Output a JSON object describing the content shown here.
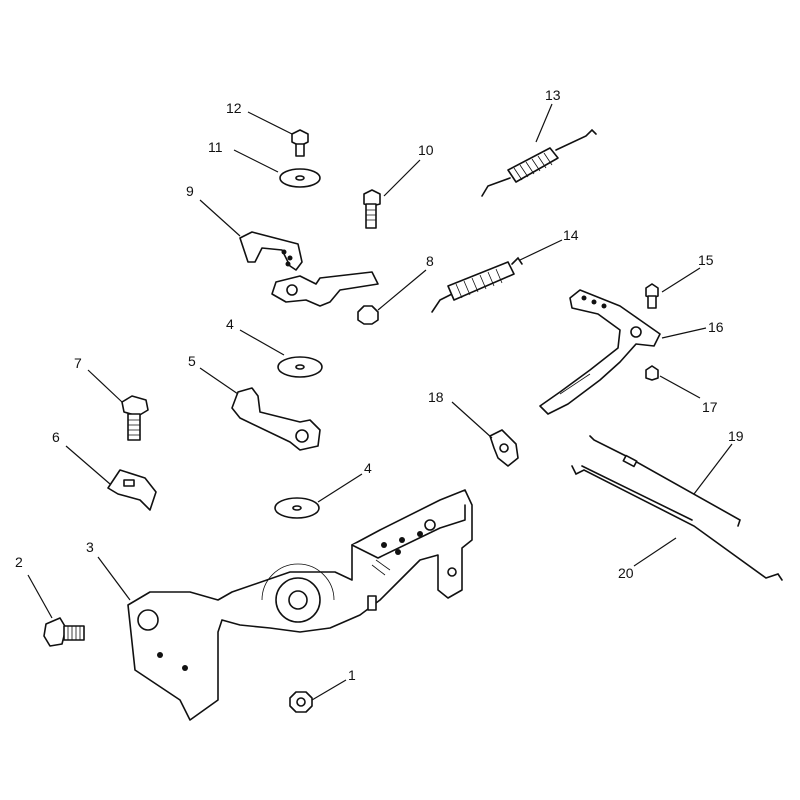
{
  "callouts": [
    {
      "id": "1",
      "label": "1"
    },
    {
      "id": "2",
      "label": "2"
    },
    {
      "id": "3",
      "label": "3"
    },
    {
      "id": "4a",
      "label": "4"
    },
    {
      "id": "4b",
      "label": "4"
    },
    {
      "id": "5",
      "label": "5"
    },
    {
      "id": "6",
      "label": "6"
    },
    {
      "id": "7",
      "label": "7"
    },
    {
      "id": "8",
      "label": "8"
    },
    {
      "id": "9",
      "label": "9"
    },
    {
      "id": "10",
      "label": "10"
    },
    {
      "id": "11",
      "label": "11"
    },
    {
      "id": "12",
      "label": "12"
    },
    {
      "id": "13",
      "label": "13"
    },
    {
      "id": "14",
      "label": "14"
    },
    {
      "id": "15",
      "label": "15"
    },
    {
      "id": "16",
      "label": "16"
    },
    {
      "id": "17",
      "label": "17"
    },
    {
      "id": "18",
      "label": "18"
    },
    {
      "id": "19",
      "label": "19"
    },
    {
      "id": "20",
      "label": "20"
    }
  ],
  "colors": {
    "line": "#111111",
    "background": "#ffffff"
  }
}
